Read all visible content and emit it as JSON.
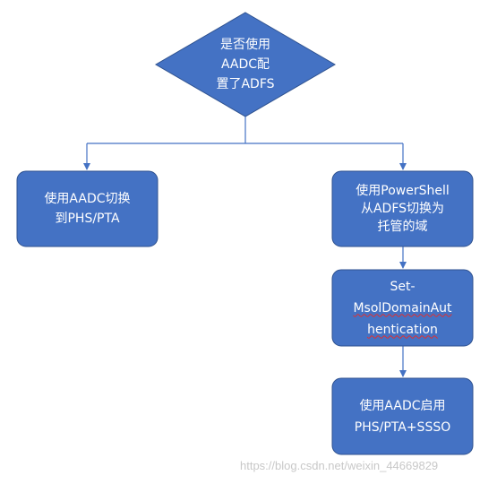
{
  "colors": {
    "node_fill": "#4472c4",
    "node_stroke": "#2f528f",
    "connector": "#4472c4",
    "text": "#ffffff",
    "spellcheck_underline": "#e03030",
    "watermark": "#c8c8c8"
  },
  "decision": {
    "lines": [
      "是否使用",
      "AADC配",
      "置了ADFS"
    ]
  },
  "left_branch": {
    "lines": [
      "使用AADC切换",
      "到PHS/PTA"
    ]
  },
  "right_branch": {
    "step1": {
      "lines": [
        "使用PowerShell",
        "从ADFS切换为",
        "托管的域"
      ]
    },
    "step2": {
      "lines": [
        "Set-",
        "MsolDomainAut",
        "hentication"
      ]
    },
    "step3": {
      "lines": [
        "使用AADC启用",
        "PHS/PTA+SSSO"
      ]
    }
  },
  "watermark": "https://blog.csdn.net/weixin_44669829"
}
